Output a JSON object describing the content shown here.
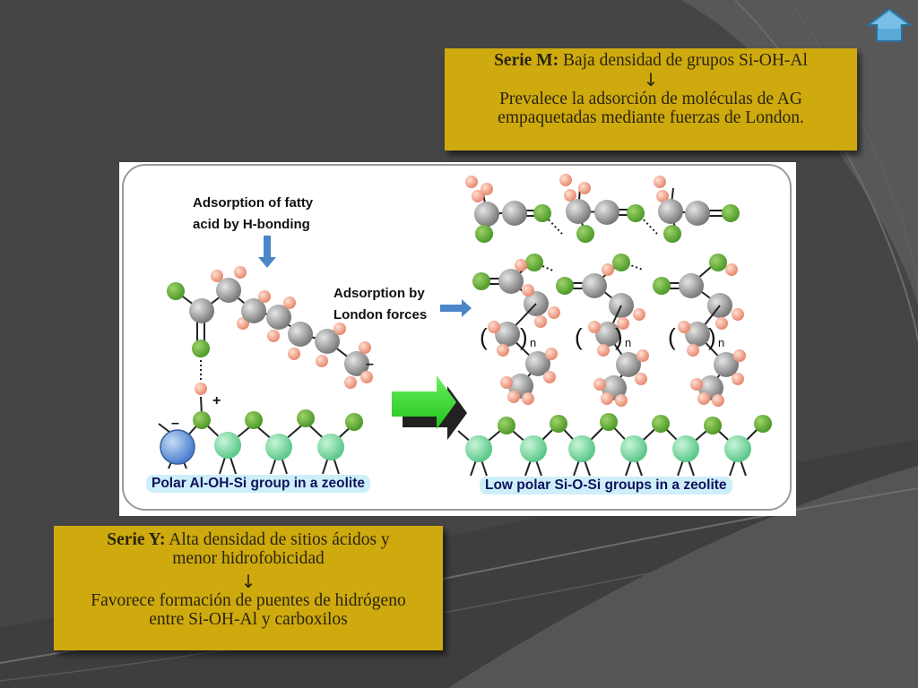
{
  "slide": {
    "background_color": "#454545",
    "accent_color": "#cfaa0e"
  },
  "nav": {
    "home_icon": "home-arrow-icon"
  },
  "serie_m": {
    "title": "Serie M:",
    "text": " Baja densidad de grupos Si-OH-Al",
    "arrow": "↓",
    "line1": "Prevalece la adsorción de moléculas de AG",
    "line2": "empaquetadas mediante fuerzas de London."
  },
  "serie_y": {
    "title": "Serie Y:",
    "text": " Alta densidad de sitios ácidos y",
    "text2": "menor hidrofobicidad",
    "arrow": "↓",
    "line1": "Favorece formación de puentes de hidrógeno",
    "line2": "entre Si-OH-Al y carboxilos"
  },
  "figure": {
    "label_hbond_1": "Adsorption of fatty",
    "label_hbond_2": "acid by H-bonding",
    "label_london_1": "Adsorption by",
    "label_london_2": "London forces",
    "label_polar": "Polar Al-OH-Si group in a zeolite",
    "label_lowpolar": "Low polar Si-O-Si groups in a zeolite",
    "plus": "+",
    "minus": "–",
    "subscript_n": "n",
    "paren_open": "(",
    "paren_close": ")"
  }
}
